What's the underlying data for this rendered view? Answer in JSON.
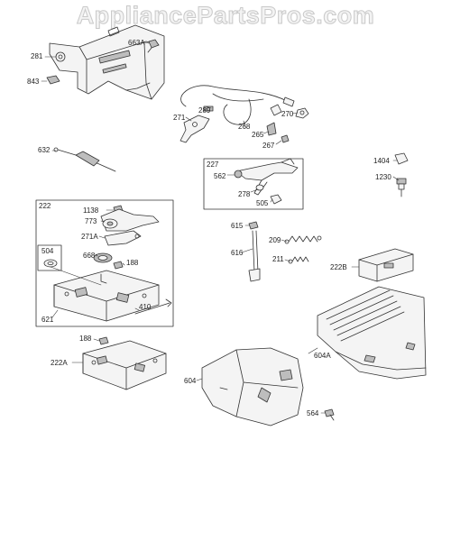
{
  "watermark": "AppliancePartsPros.com",
  "labels": {
    "p281": "281",
    "p843": "843",
    "p663a": "663A",
    "p289": "289",
    "p271": "271",
    "p268": "268",
    "p270": "270",
    "p265": "265",
    "p267": "267",
    "p632": "632",
    "p1404": "1404",
    "p1230": "1230",
    "p227": "227",
    "p562": "562",
    "p278": "278",
    "p505": "505",
    "p222": "222",
    "p1138": "1138",
    "p773": "773",
    "p271a": "271A",
    "p504": "504",
    "p668": "668",
    "p188a": "188",
    "p410": "410",
    "p621": "621",
    "p615": "615",
    "p209": "209",
    "p616": "616",
    "p211": "211",
    "p222b": "222B",
    "p188b": "188",
    "p222a": "222A",
    "p604a": "604A",
    "p604": "604",
    "p564": "564"
  },
  "colors": {
    "line": "#333333",
    "fill": "#f4f4f4",
    "shade": "#bdbdbd"
  }
}
